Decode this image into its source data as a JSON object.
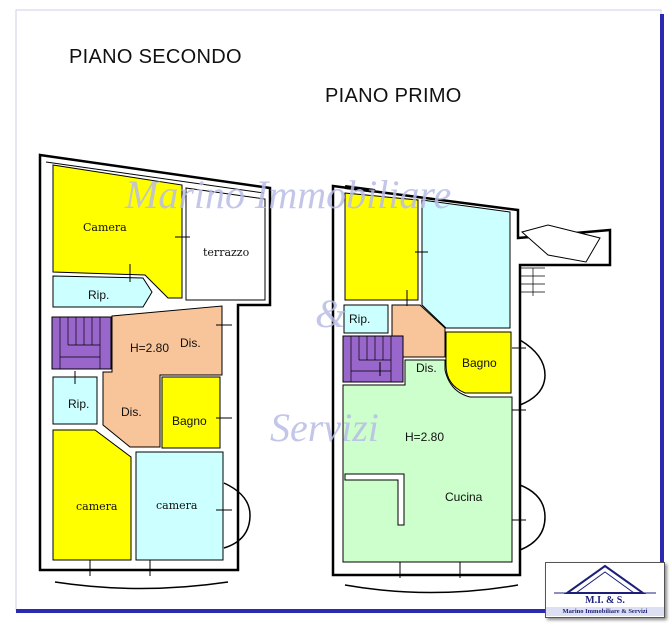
{
  "titles": {
    "secondo": "PIANO SECONDO",
    "primo": "PIANO PRIMO"
  },
  "watermark": {
    "line1": "Marino Immobiliare",
    "line2": "&",
    "line3": "Servizi"
  },
  "secondo_rooms": {
    "camera_top": "Camera",
    "terrazzo": "terrazzo",
    "rip_top": "Rip.",
    "height": "H=2.80",
    "dis_right": "Dis.",
    "rip_bottom": "Rip.",
    "dis_center": "Dis.",
    "bagno": "Bagno",
    "camera_left": "camera",
    "camera_right": "camera"
  },
  "primo_rooms": {
    "rip": "Rip.",
    "dis": "Dis.",
    "bagno": "Bagno",
    "height": "H=2.80",
    "cucina": "Cucina"
  },
  "logo": {
    "name": "M.I. & S.",
    "subtitle": "Marino Immobiliare & Servizi"
  },
  "colors": {
    "camera_yellow": "#ffff00",
    "rip_cyan": "#ccffff",
    "dis_salmon": "#f8c49a",
    "stairs_purple": "#9966cc",
    "kitchen_green": "#ccffcc",
    "frame_blue": "#2a2ab0"
  }
}
